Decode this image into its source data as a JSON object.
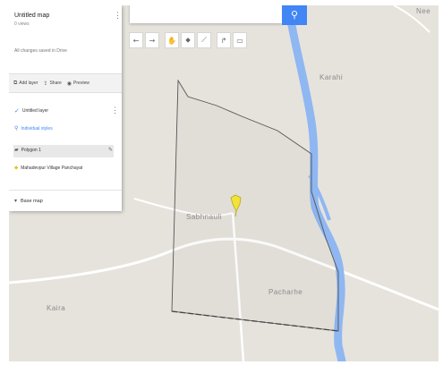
{
  "panel": {
    "title": "Untitled map",
    "subtitle": "0 views",
    "saved_status": "All changes saved in Drive",
    "actions": [
      {
        "label": "Add layer",
        "icon": "add-layer-icon"
      },
      {
        "label": "Share",
        "icon": "share-icon"
      },
      {
        "label": "Preview",
        "icon": "preview-icon"
      }
    ],
    "layer": {
      "name": "Untitled layer",
      "style_label": "Individual styles",
      "items": [
        {
          "label": "Polygon 1",
          "icon": "polygon-icon"
        },
        {
          "label": "Mahadevpur Village Panchayat",
          "icon": "pin-icon"
        }
      ]
    },
    "base_map_label": "Base map"
  },
  "search": {
    "placeholder": ""
  },
  "toolbar": {
    "tools": [
      {
        "name": "undo",
        "glyph": "←"
      },
      {
        "name": "redo",
        "glyph": "→"
      },
      {
        "name": "pan",
        "glyph": "✋"
      },
      {
        "name": "marker",
        "glyph": "⬥"
      },
      {
        "name": "line",
        "glyph": "⟋"
      },
      {
        "name": "route",
        "glyph": "↱"
      },
      {
        "name": "measure",
        "glyph": "▭"
      }
    ]
  },
  "map": {
    "labels": {
      "village_center": "Sabhnauli",
      "village_right": "Pacharhe",
      "village_left": "Kaira",
      "village_top_right": "Karahi",
      "corner": "Nee"
    },
    "colors": {
      "land": "#e6e3dd",
      "river": "#8fb7f2",
      "road": "#ffffff",
      "polygon_stroke": "#555555",
      "marker": "#f2e33a"
    }
  }
}
